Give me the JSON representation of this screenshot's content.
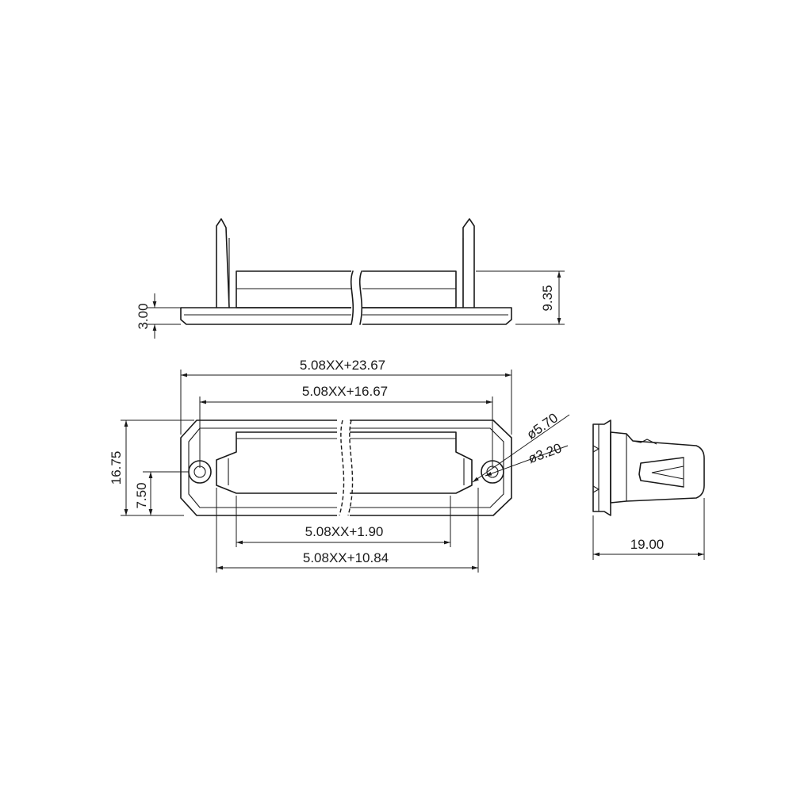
{
  "top_view": {
    "dim_height": "9.35",
    "dim_flange": "3.00"
  },
  "front_view": {
    "dim_overall": "5.08XX+23.67",
    "dim_hole_pitch": "5.08XX+16.67",
    "dim_inner_opening": "5.08XX+1.90",
    "dim_outer_opening": "5.08XX+10.84",
    "dim_height": "16.75",
    "dim_hole_height": "7.50",
    "dim_diameter_large": "ø5.70",
    "dim_diameter_small": "ø3.20"
  },
  "side_view": {
    "dim_depth": "19.00"
  }
}
